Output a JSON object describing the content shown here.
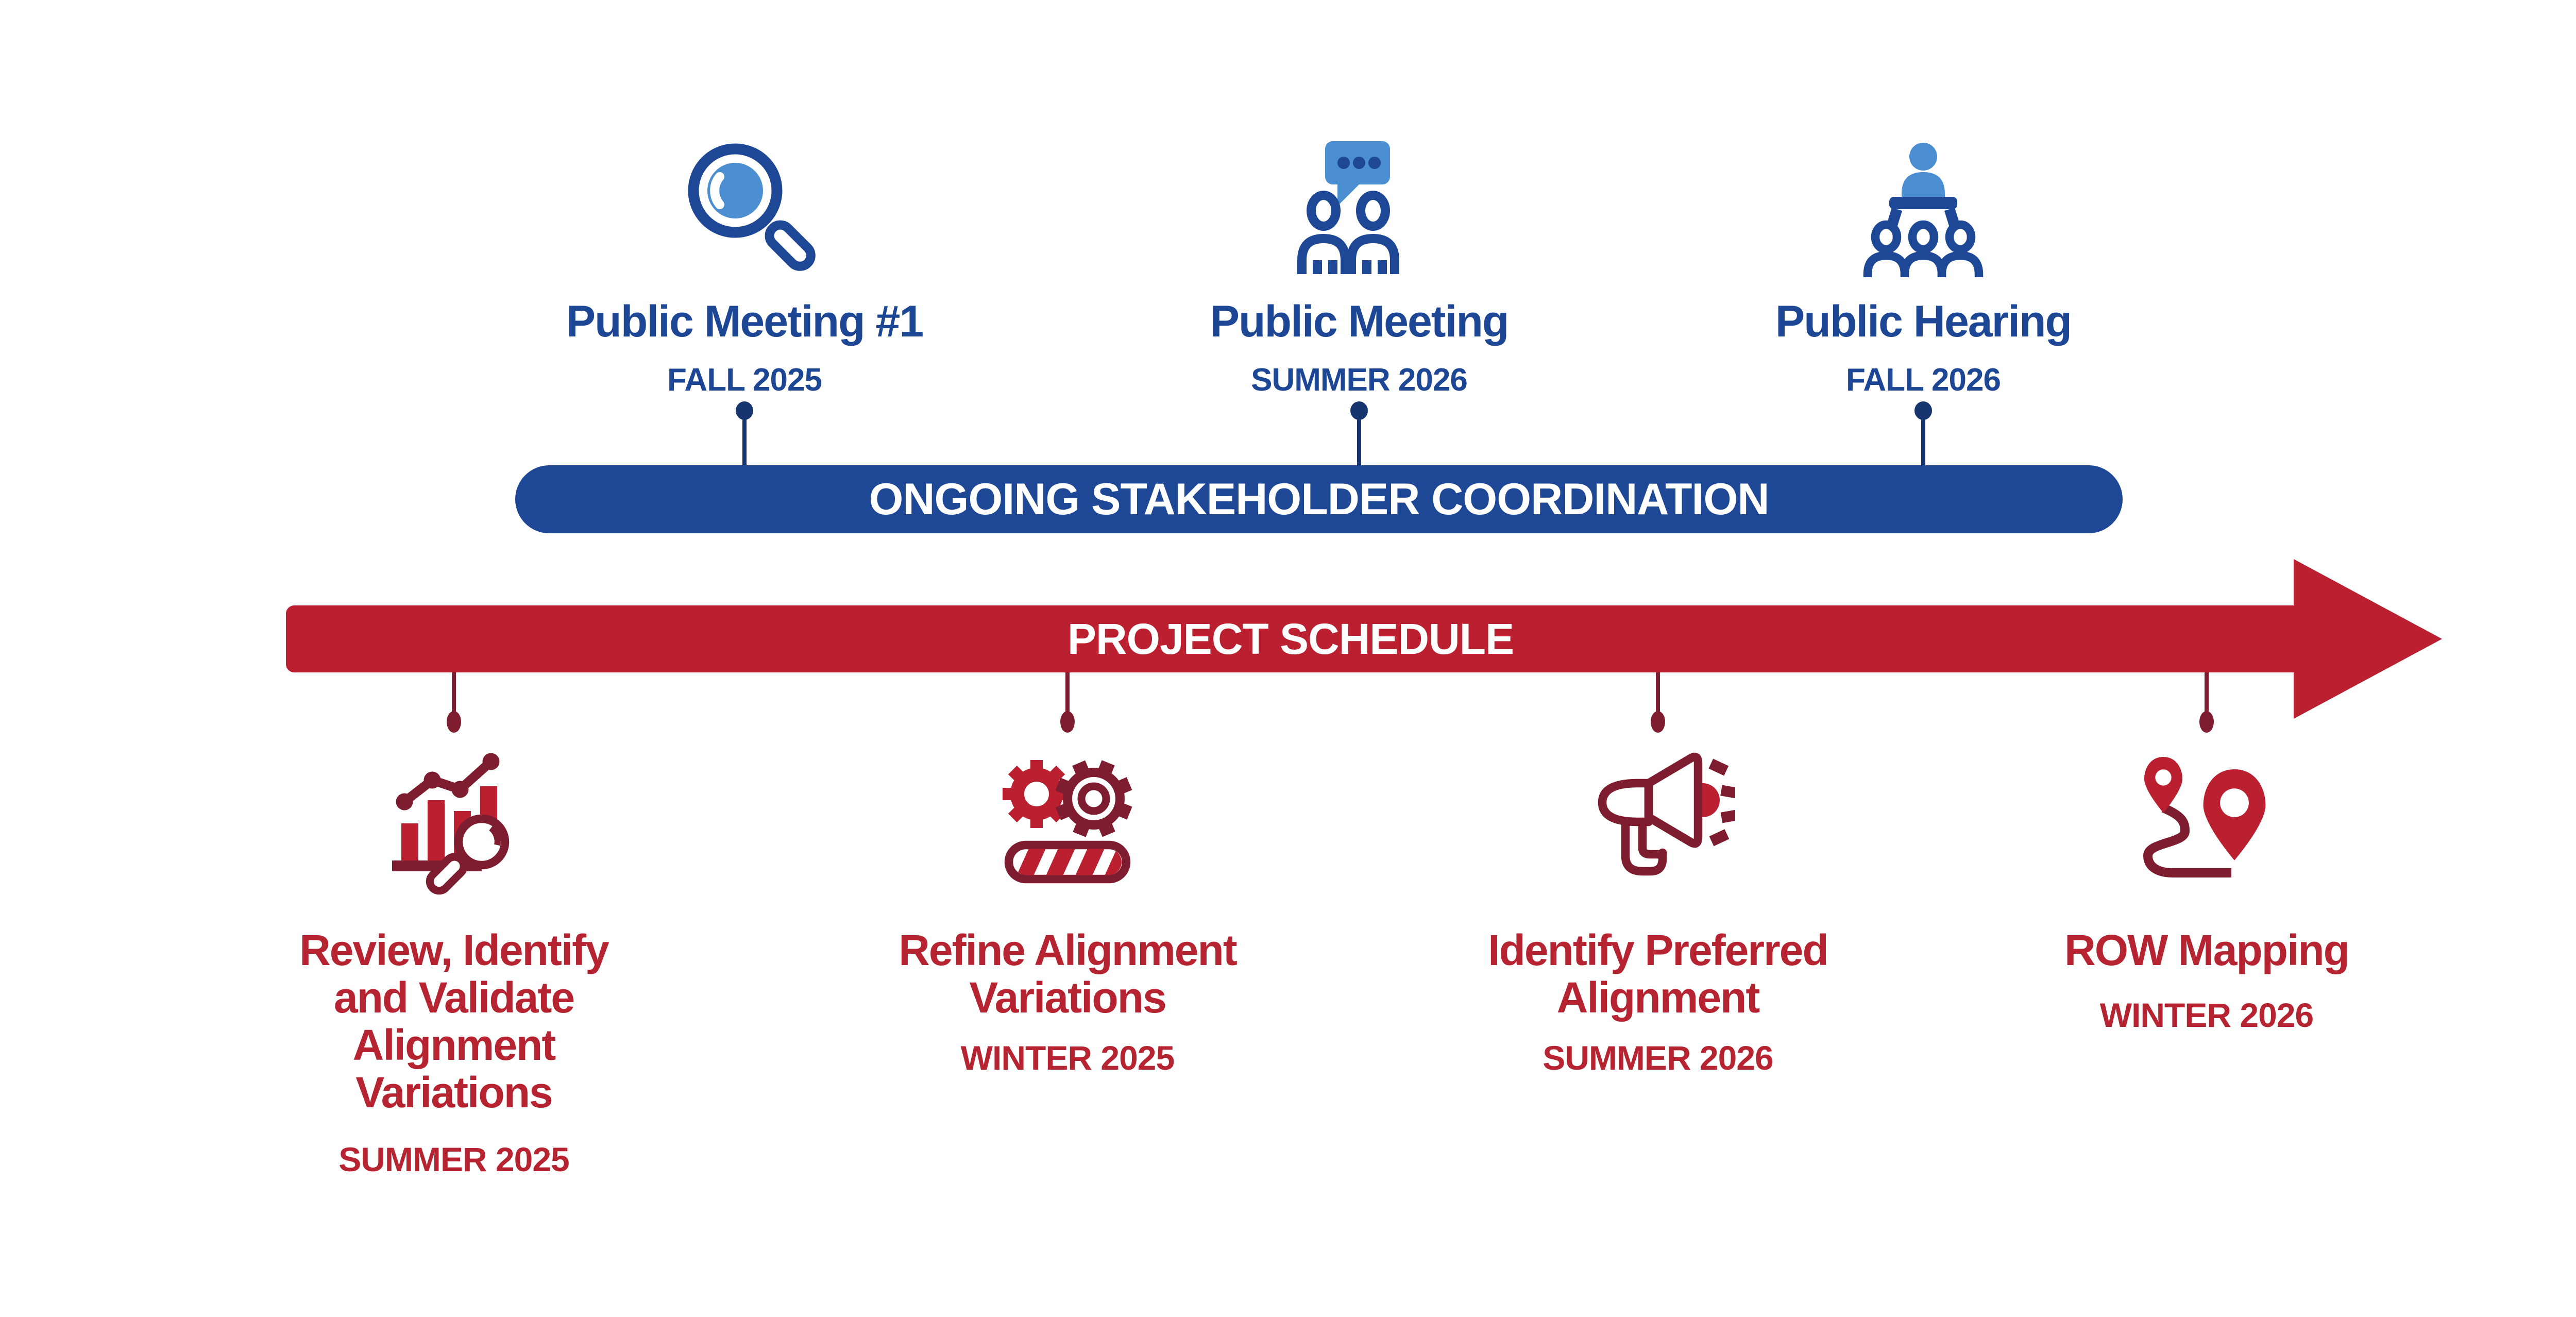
{
  "colors": {
    "navy": "#1e4896",
    "navy_dark": "#16356f",
    "light_blue": "#4b8fd2",
    "red": "#bb2030",
    "red_text": "#b62431",
    "maroon": "#7e1d30",
    "white": "#ffffff"
  },
  "stakeholder_bar": {
    "label": "ONGOING STAKEHOLDER COORDINATION"
  },
  "schedule_arrow": {
    "label": "PROJECT SCHEDULE"
  },
  "top_milestones": [
    {
      "title": "Public Meeting #1",
      "date": "FALL 2025",
      "icon": "magnifying-glass-icon"
    },
    {
      "title": "Public Meeting",
      "date": "SUMMER 2026",
      "icon": "discussion-people-icon"
    },
    {
      "title": "Public Hearing",
      "date": "FALL 2026",
      "icon": "podium-audience-icon"
    }
  ],
  "bottom_milestones": [
    {
      "lines": [
        "Review, Identify",
        "and Validate",
        "Alignment",
        "Variations"
      ],
      "date": "SUMMER 2025",
      "icon": "chart-magnifier-icon"
    },
    {
      "lines": [
        "Refine Alignment",
        "Variations"
      ],
      "date": "WINTER 2025",
      "icon": "gears-progress-icon"
    },
    {
      "lines": [
        "Identify Preferred",
        "Alignment"
      ],
      "date": "SUMMER 2026",
      "icon": "megaphone-icon"
    },
    {
      "lines": [
        "ROW Mapping"
      ],
      "date": "WINTER 2026",
      "icon": "route-pins-icon"
    }
  ]
}
